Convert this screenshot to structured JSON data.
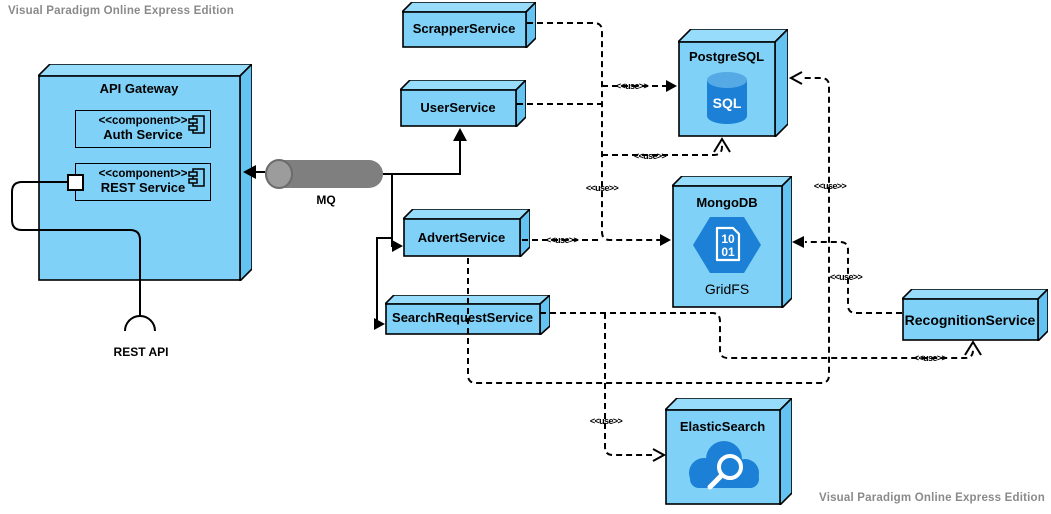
{
  "watermark": {
    "text": "Visual Paradigm Online Express Edition"
  },
  "api_gateway": {
    "title": "API Gateway",
    "auth": {
      "stereotype": "<<component>>",
      "name": "Auth Service"
    },
    "rest": {
      "stereotype": "<<component>>",
      "name": "REST Service"
    }
  },
  "mq": {
    "label": "MQ"
  },
  "rest_api": {
    "label": "REST API"
  },
  "services": {
    "scrapper": {
      "title": "ScrapperService"
    },
    "user": {
      "title": "UserService"
    },
    "advert": {
      "title": "AdvertService"
    },
    "search_request": {
      "title": "SearchRequestService"
    },
    "recognition": {
      "title": "RecognitionService"
    }
  },
  "databases": {
    "postgresql": {
      "title": "PostgreSQL",
      "icon_label": "SQL"
    },
    "mongodb": {
      "title": "MongoDB",
      "icon_line1": "10",
      "icon_line2": "01",
      "subtitle": "GridFS"
    },
    "elasticsearch": {
      "title": "ElasticSearch"
    }
  },
  "edge_label": "<<use>>",
  "colors": {
    "node_fill": "#7fd1f7",
    "node_top": "#97dcfa",
    "node_side": "#64c3f0",
    "icon_blue": "#1b80d6",
    "icon_blue_light": "#55aae5",
    "queue_gray": "#7f7f7f",
    "queue_cap": "#9c9c9c",
    "line": "#000000",
    "watermark": "#8a8a8a"
  }
}
